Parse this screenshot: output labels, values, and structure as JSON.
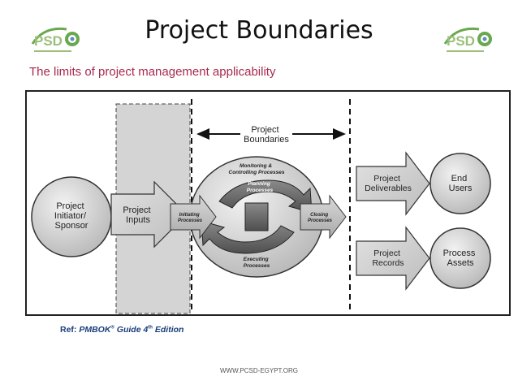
{
  "slide": {
    "title": "Project Boundaries",
    "subtitle": "The limits of project management applicability",
    "footer": "WWW.PCSD-EGYPT.ORG",
    "ref": {
      "prefix": "Ref: ",
      "pmbok": "PMBOK",
      "reg": "®",
      "guide": " Guide 4",
      "th": "th",
      "edition": " Edition"
    },
    "logo_text": "PSD",
    "colors": {
      "subtitle": "#a8294f",
      "ref": "#1a3e7a",
      "logo_green": "#6aa84f",
      "logo_blue": "#5b8dbf"
    }
  },
  "diagram": {
    "boundaries_label": [
      "Project",
      "Boundaries"
    ],
    "initiator": [
      "Project",
      "Initiator/",
      "Sponsor"
    ],
    "inputs": [
      "Project",
      "Inputs"
    ],
    "initiating": [
      "Initiating",
      "Processes"
    ],
    "monitoring": [
      "Monitoring &",
      "Controlling Processes"
    ],
    "planning": [
      "Planning",
      "Processes"
    ],
    "executing": [
      "Executing",
      "Processes"
    ],
    "closing": [
      "Closing",
      "Processes"
    ],
    "deliverables": [
      "Project",
      "Deliverables"
    ],
    "records": [
      "Project",
      "Records"
    ],
    "end_users": [
      "End",
      "Users"
    ],
    "process_assets": [
      "Process",
      "Assets"
    ]
  }
}
